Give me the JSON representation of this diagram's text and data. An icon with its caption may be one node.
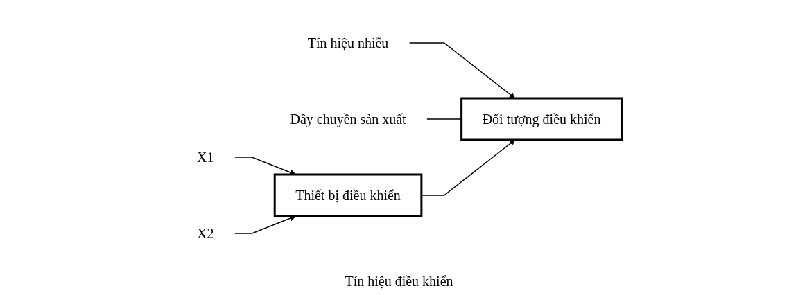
{
  "diagram": {
    "nodes": [
      {
        "text": [
          "Tín hiệu nhiễu"
        ]
      },
      {
        "text": [
          "Dây chuyền sản xuất"
        ]
      },
      {
        "text": [
          "Đối tượng điều khiển"
        ]
      },
      {
        "text": [
          "X1"
        ]
      },
      {
        "text": [
          "X2"
        ]
      },
      {
        "text": [
          "Thiết bị điều khiển"
        ]
      }
    ],
    "edges": [
      {
        "from": 0,
        "to": 2,
        "arrow": "to"
      },
      {
        "from": 1,
        "to": 2,
        "arrow": "none"
      },
      {
        "from": 3,
        "to": 5,
        "arrow": "to"
      },
      {
        "from": 4,
        "to": 5,
        "arrow": "to"
      },
      {
        "from": 5,
        "to": 2,
        "arrow": "to"
      }
    ],
    "labels": [
      "Tín hiệu điều khiển"
    ]
  }
}
